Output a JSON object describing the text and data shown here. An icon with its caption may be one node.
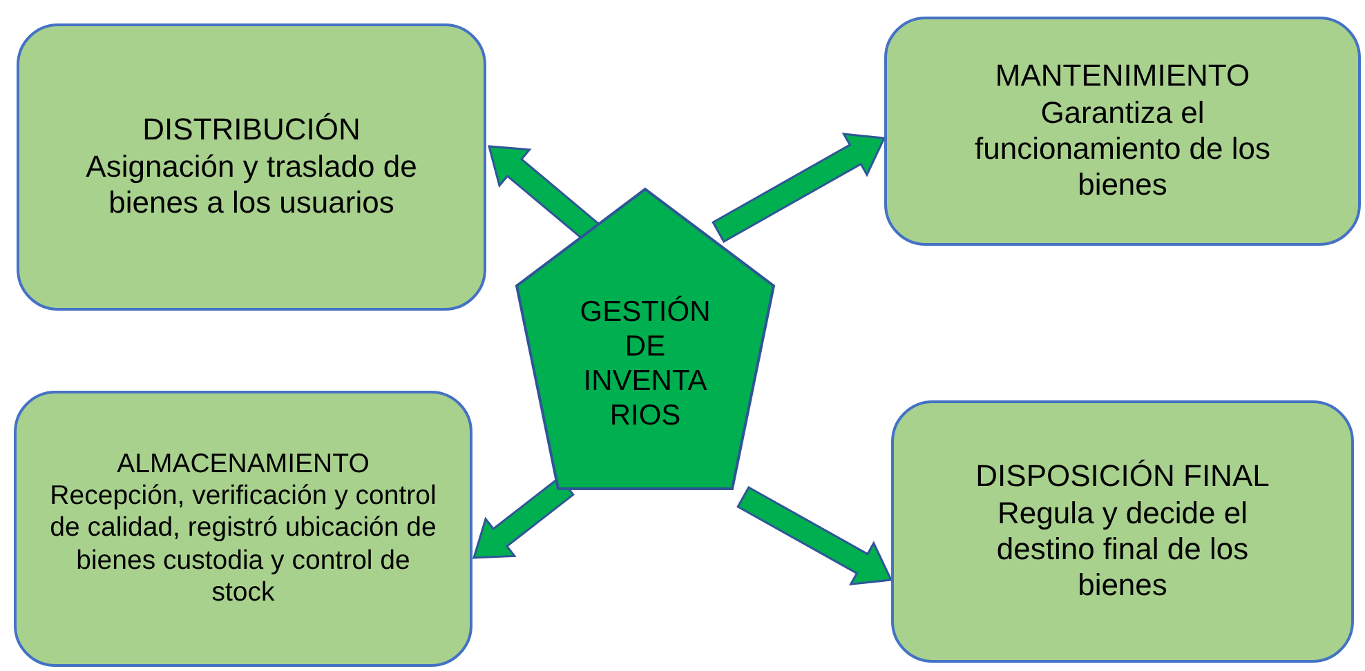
{
  "diagram": {
    "nodes": [
      {
        "text": [
          "GESTIÓN DE INVENTA RIOS"
        ]
      },
      {
        "text": [
          "DISTRIBUCIÓN",
          "Asignación y traslado de bienes a los usuarios"
        ]
      },
      {
        "text": [
          "MANTENIMIENTO",
          "Garantiza el funcionamiento de los bienes"
        ]
      },
      {
        "text": [
          "ALMACENAMIENTO",
          "Recepción, verificación y control de calidad, registró ubicación de bienes custodia y control de stock"
        ]
      },
      {
        "text": [
          "DISPOSICIÓN FINAL",
          "Regula y decide el destino final de los bienes"
        ]
      }
    ],
    "edges": [
      {
        "from": 0,
        "to": 1,
        "arrow": "to"
      },
      {
        "from": 0,
        "to": 2,
        "arrow": "to"
      },
      {
        "from": 0,
        "to": 3,
        "arrow": "to"
      },
      {
        "from": 0,
        "to": 4,
        "arrow": "to"
      }
    ]
  }
}
